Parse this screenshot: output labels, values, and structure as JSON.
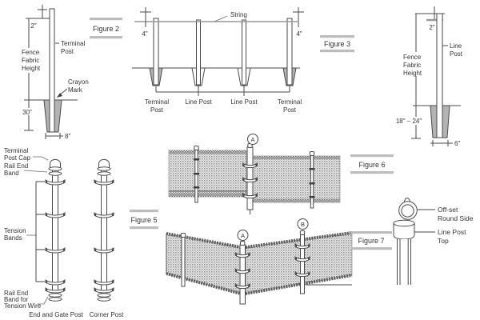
{
  "figures": {
    "fig2": {
      "label": "Figure 2"
    },
    "fig3": {
      "label": "Figure 3"
    },
    "fig5": {
      "label": "Figure 5"
    },
    "fig6": {
      "label": "Figure 6"
    },
    "fig7": {
      "label": "Figure 7"
    }
  },
  "terminal_post_diagram": {
    "top_offset": "2\"",
    "post": [
      "Terminal",
      "Post"
    ],
    "fabric_height": [
      "Fence",
      "Fabric",
      "Height"
    ],
    "crayon_mark": [
      "Crayon",
      "Mark"
    ],
    "burial_depth": "30\"",
    "hole_width": "8\""
  },
  "string_diagram": {
    "string": "String",
    "offset_left": "4\"",
    "offset_right": "4\"",
    "post_labels": {
      "terminal_left": [
        "Terminal",
        "Post"
      ],
      "line_left": "Line Post",
      "line_right": "Line Post",
      "terminal_right": [
        "Terminal",
        "Post"
      ]
    }
  },
  "line_post_diagram": {
    "top_offset": "2\"",
    "post": [
      "Line",
      "Post"
    ],
    "fabric_height": [
      "Fence",
      "Fabric",
      "Height"
    ],
    "burial_depth": "18\" – 24\"",
    "hole_width": "6\""
  },
  "hardware_diagram": {
    "terminal_post_cap": [
      "Terminal",
      "Post Cap"
    ],
    "rail_end_band": [
      "Rail End",
      "Band"
    ],
    "tension_bands": [
      "Tension",
      "Bands"
    ],
    "rail_end_band_tension_wire": [
      "Rail End",
      "Band for",
      "Tension Wire"
    ],
    "caption_end_gate": "End and Gate Post",
    "caption_corner": "Corner Post"
  },
  "fence_run_diagram": {
    "marker_a": "A"
  },
  "corner_run_diagram": {
    "marker_a": "A",
    "marker_b": "B"
  },
  "post_top_diagram": {
    "offset_round_side": [
      "Off-set",
      "Round Side"
    ],
    "line_post_top": [
      "Line Post",
      "Top"
    ]
  },
  "colors": {
    "line": "#4a4a4a",
    "text": "#333333",
    "figure_bar": "#bdbdbd",
    "footing_fill": "#b3b3b3",
    "mesh_dark": "#8f8f8f",
    "mesh_light": "#ececec"
  }
}
